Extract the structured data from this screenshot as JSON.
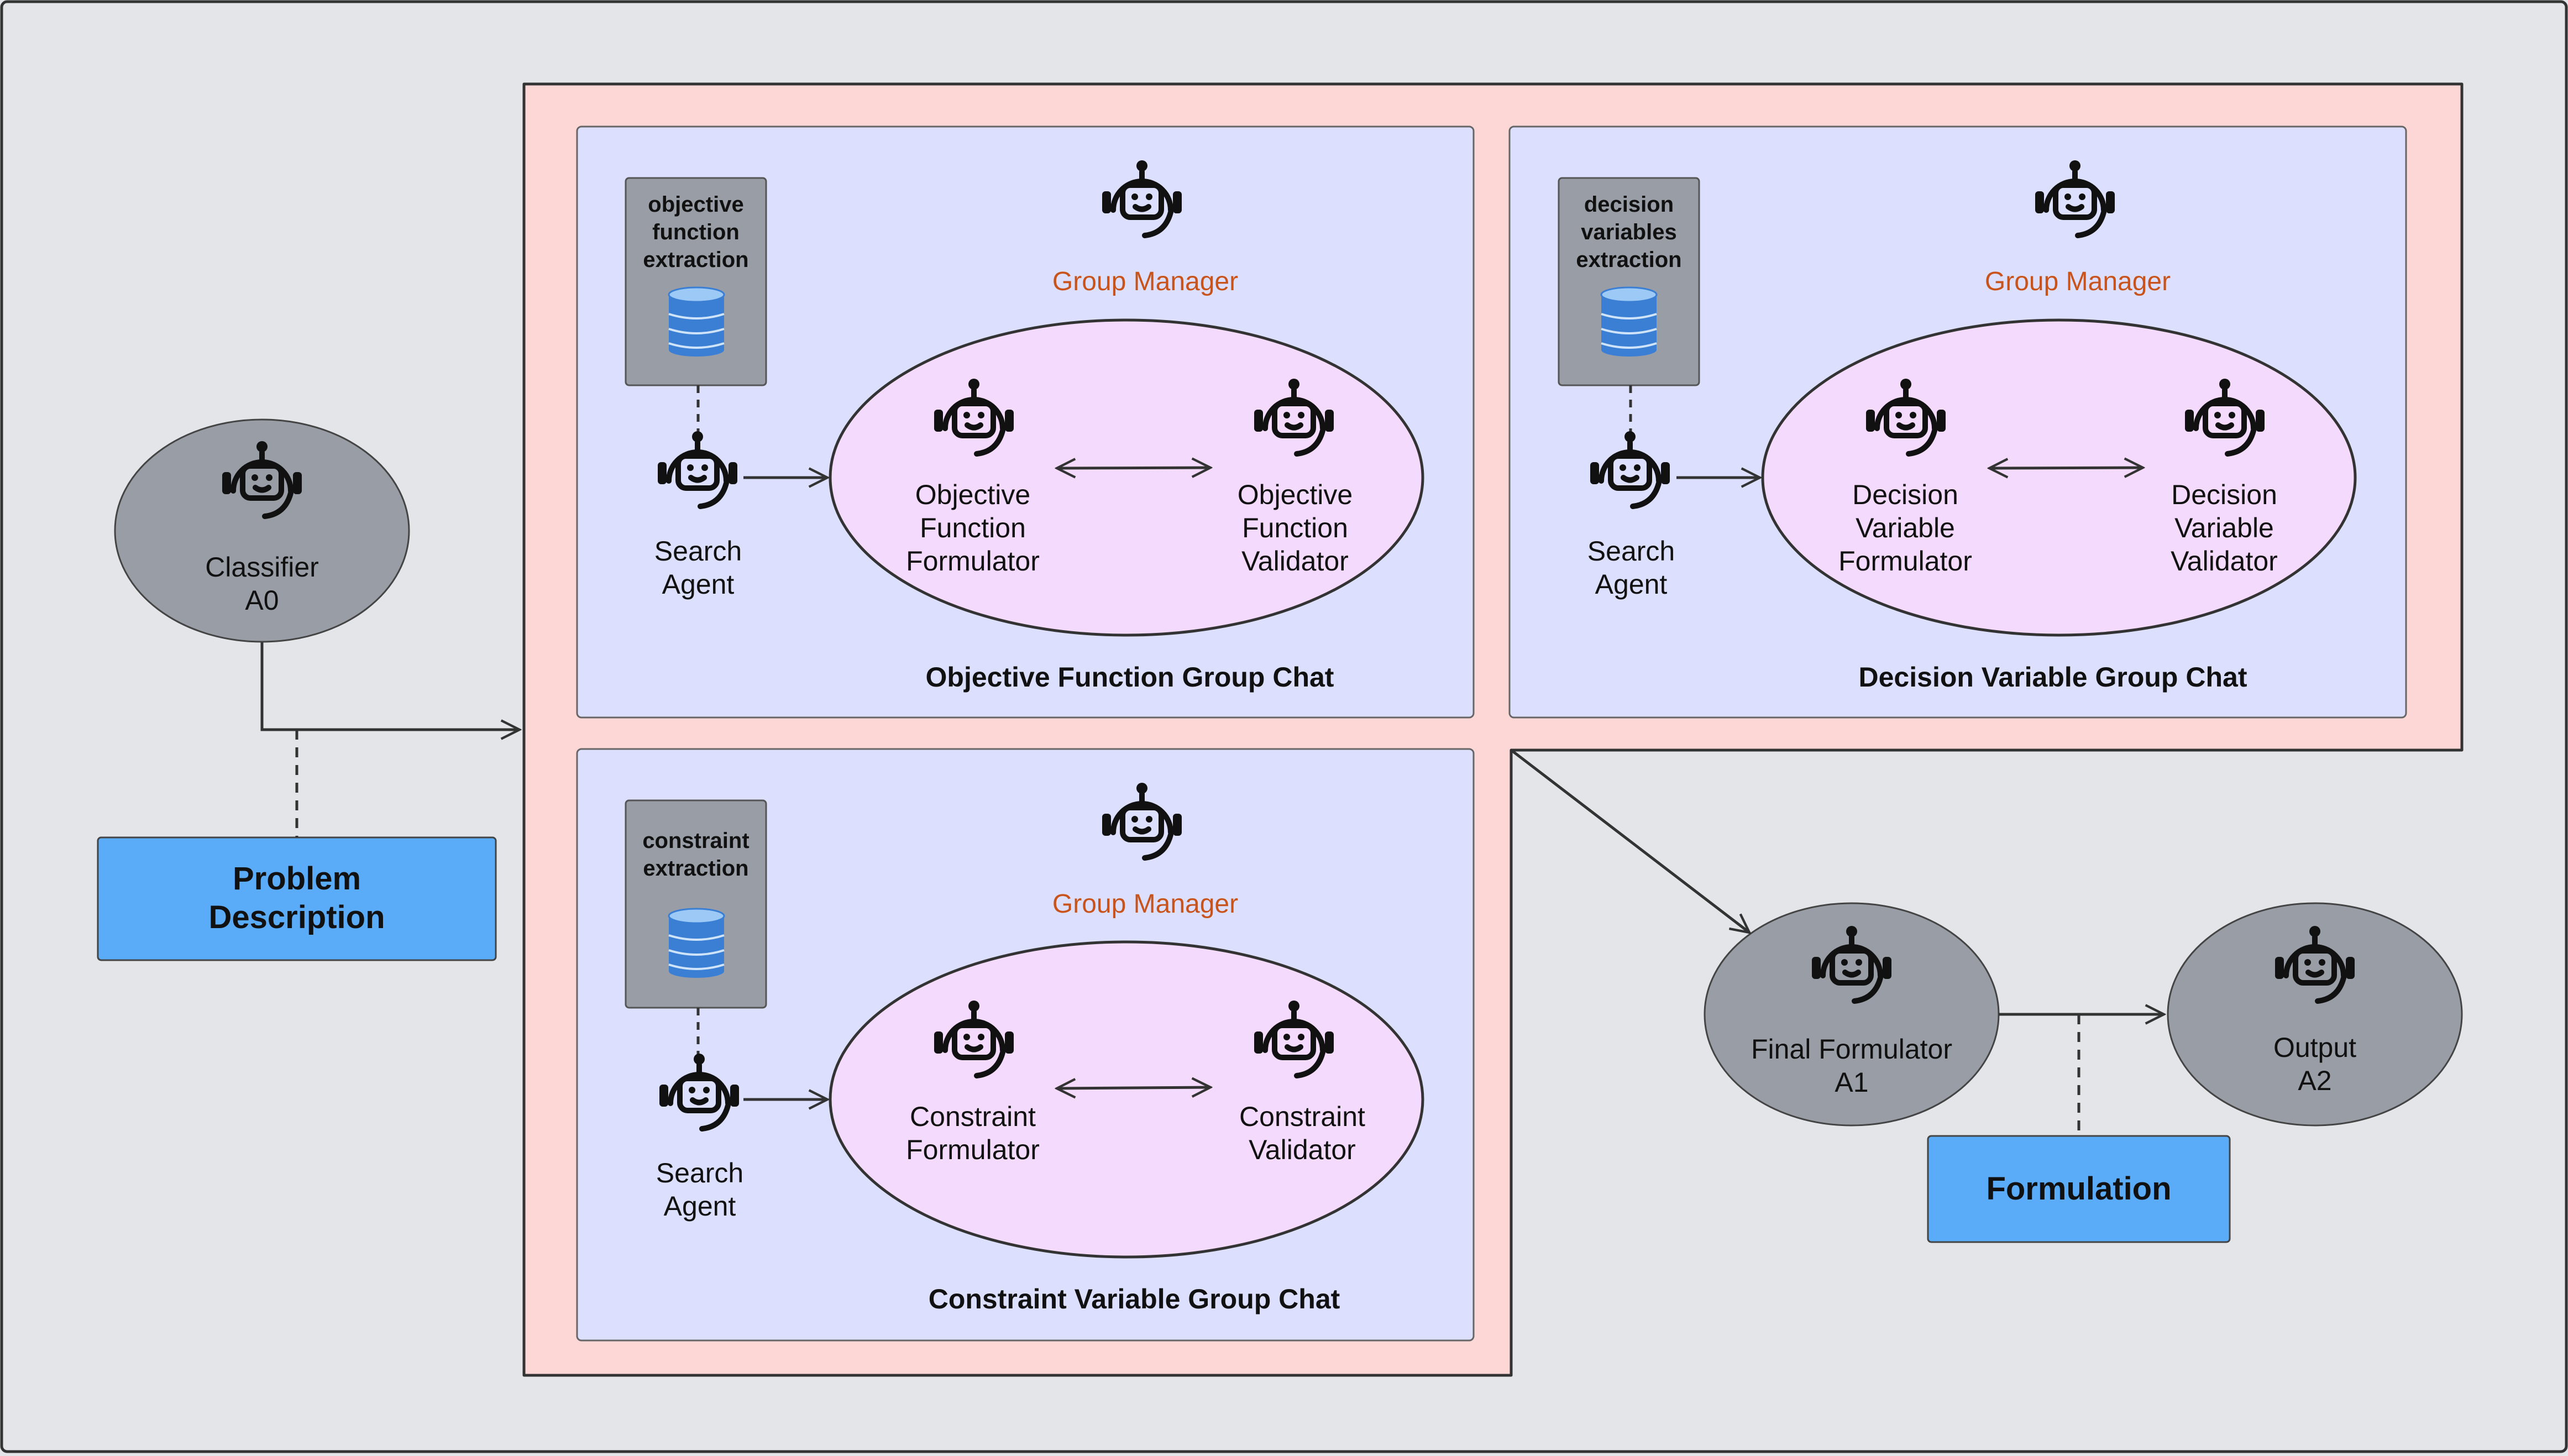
{
  "nodes": {
    "classifier": "Classifier\nA0",
    "problem_description": "Problem\nDescription",
    "final_formulator": "Final Formulator\nA1",
    "output": "Output\nA2",
    "formulation": "Formulation"
  },
  "group_chats": [
    {
      "title": "Objective Function Group Chat",
      "manager": "Group Manager",
      "database": "objective\nfunction\nextraction",
      "search_agent": "Search\nAgent",
      "formulator": "Objective\nFunction\nFormulator",
      "validator": "Objective\nFunction\nValidator"
    },
    {
      "title": "Decision Variable Group Chat",
      "manager": "Group Manager",
      "database": "decision\nvariables\nextraction",
      "search_agent": "Search\nAgent",
      "formulator": "Decision\nVariable\nFormulator",
      "validator": "Decision\nVariable\nValidator"
    },
    {
      "title": "Constraint Variable Group Chat",
      "manager": "Group Manager",
      "database": "constraint\nextraction",
      "search_agent": "Search\nAgent",
      "formulator": "Constraint\nFormulator",
      "validator": "Constraint\nValidator"
    }
  ],
  "colors": {
    "background": "#e3e5e8",
    "container": "#fdd6d6",
    "panel": "#dcdffe",
    "ellipse": "#f4dafd",
    "agent_node": "#999ea6",
    "database_box": "#999ea6",
    "blue_box": "#5aabf8",
    "manager_text": "#c8541c",
    "database_icon": "#3b7fd4"
  },
  "icons": {
    "agent": "robot-headset-icon",
    "database": "database-icon"
  }
}
